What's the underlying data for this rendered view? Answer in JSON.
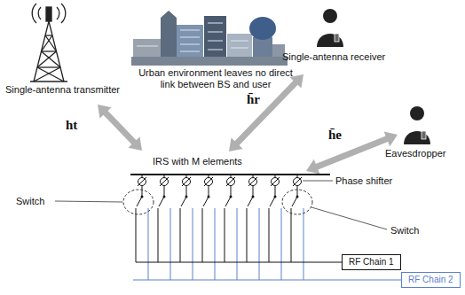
{
  "diagram": {
    "nodes": [
      {
        "text": [
          "RF Chain 1"
        ]
      },
      {
        "text": [
          "RF Chain 2"
        ]
      }
    ],
    "labels": [
      "Single-antenna transmitter",
      "Urban environment leaves no direct link between BS and user",
      "Single-antenna receiver",
      "ht",
      "h̄r",
      "h̄e",
      "Eavesdropper",
      "IRS with M elements",
      "Phase shifter",
      "Switch",
      "Switch"
    ]
  }
}
